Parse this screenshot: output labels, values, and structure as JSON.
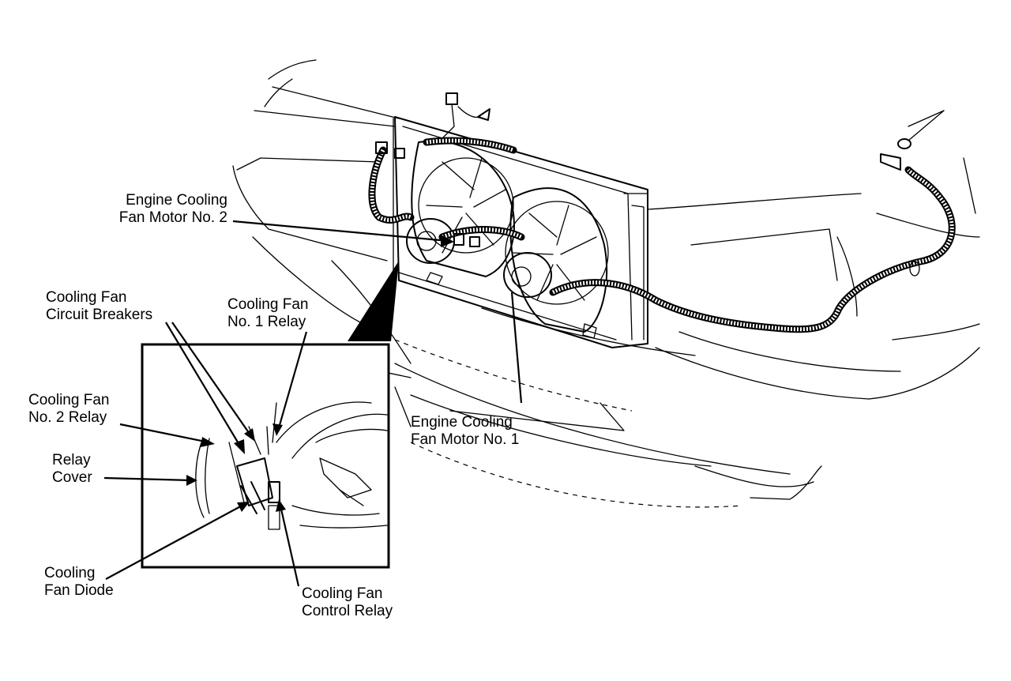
{
  "callouts": {
    "fan_motor_2": [
      "Engine Cooling",
      "Fan Motor No. 2"
    ],
    "circuit_breakers": [
      "Cooling Fan",
      "Circuit Breakers"
    ],
    "fan_1_relay": [
      "Cooling Fan",
      "No. 1 Relay"
    ],
    "fan_2_relay": [
      "Cooling Fan",
      "No. 2 Relay"
    ],
    "relay_cover": [
      "Relay",
      "Cover"
    ],
    "fan_motor_1": [
      "Engine Cooling",
      "Fan Motor No. 1"
    ],
    "fan_diode": [
      "Cooling",
      "Fan Diode"
    ],
    "control_relay": [
      "Cooling Fan",
      "Control Relay"
    ]
  },
  "colors": {
    "ink": "#000000",
    "paper": "#ffffff"
  }
}
